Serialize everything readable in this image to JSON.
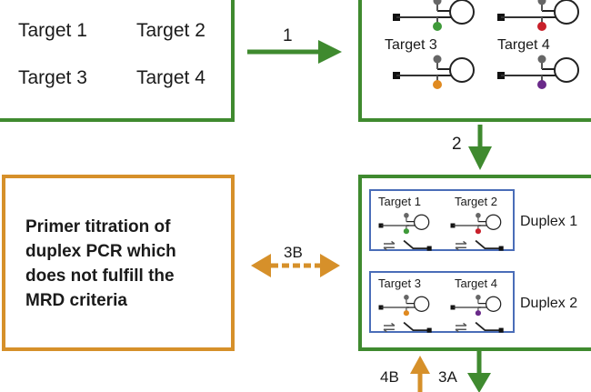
{
  "colors": {
    "green": "#3f8a2f",
    "orange": "#d6902a",
    "blue": "#4a6db8",
    "probe_green": "#3f9a3a",
    "probe_red": "#c8202a",
    "probe_orange": "#e08a20",
    "probe_purple": "#6a2a8a",
    "probe_gray": "#666666"
  },
  "box_targets": {
    "labels": [
      "Target 1",
      "Target 2",
      "Target 3",
      "Target 4"
    ]
  },
  "box_probes": {
    "labels": [
      "Target 3",
      "Target 4"
    ]
  },
  "box_duplex": {
    "groups": [
      {
        "name": "Duplex 1",
        "targets": [
          "Target 1",
          "Target 2"
        ]
      },
      {
        "name": "Duplex 2",
        "targets": [
          "Target 3",
          "Target 4"
        ]
      }
    ]
  },
  "box_titration": {
    "lines": [
      "Primer titration of",
      "duplex PCR which",
      "does not fulfill the",
      "MRD criteria"
    ]
  },
  "arrows": {
    "a1": "1",
    "a2": "2",
    "a3b": "3B",
    "a4b": "4B",
    "a3a": "3A"
  }
}
